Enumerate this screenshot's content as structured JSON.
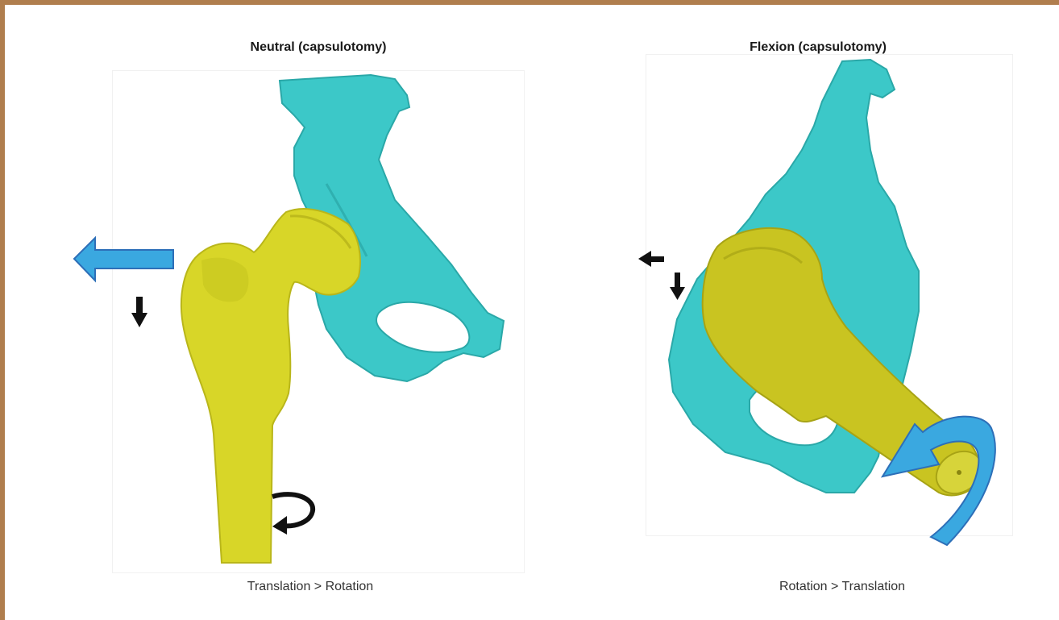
{
  "figure": {
    "border_color": "#b07e4e",
    "panels": [
      {
        "title": "Neutral (capsulotomy)",
        "caption": "Translation > Rotation",
        "pelvis_color": "#3cc8c8",
        "femur_color": "#d8d628"
      },
      {
        "title": "Flexion (capsulotomy)",
        "caption": "Rotation > Translation",
        "pelvis_color": "#3cc8c8",
        "femur_color": "#c9c421"
      }
    ],
    "arrow_color": "#3aa8e0"
  }
}
